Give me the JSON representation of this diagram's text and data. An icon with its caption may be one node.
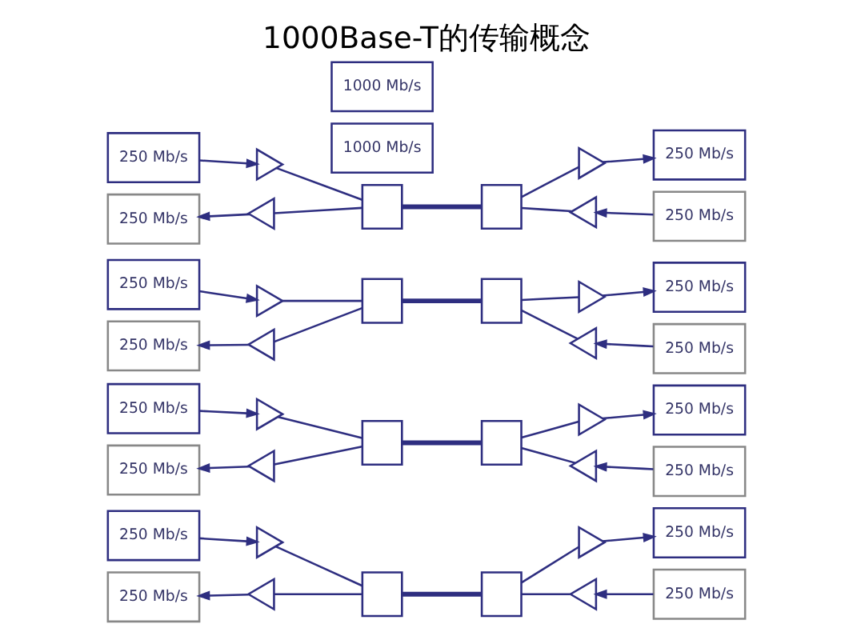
{
  "diagram": {
    "title": "1000Base-T的传输概念",
    "nodes": [
      {
        "text": [
          "250 Mb/s"
        ]
      },
      {
        "text": [
          "250 Mb/s"
        ]
      },
      {
        "text": [],
        "shape": "triangle"
      },
      {
        "text": [],
        "shape": "triangle"
      },
      {
        "text": [],
        "shape": "box"
      },
      {
        "text": [],
        "shape": "box"
      },
      {
        "text": [],
        "shape": "triangle"
      },
      {
        "text": [],
        "shape": "triangle"
      },
      {
        "text": [
          "250 Mb/s"
        ]
      },
      {
        "text": [
          "250 Mb/s"
        ]
      },
      {
        "text": [
          "250 Mb/s"
        ]
      },
      {
        "text": [
          "250 Mb/s"
        ]
      },
      {
        "text": [],
        "shape": "triangle"
      },
      {
        "text": [],
        "shape": "triangle"
      },
      {
        "text": [],
        "shape": "box"
      },
      {
        "text": [],
        "shape": "box"
      },
      {
        "text": [],
        "shape": "triangle"
      },
      {
        "text": [],
        "shape": "triangle"
      },
      {
        "text": [
          "250 Mb/s"
        ]
      },
      {
        "text": [
          "250 Mb/s"
        ]
      },
      {
        "text": [
          "250 Mb/s"
        ]
      },
      {
        "text": [
          "250 Mb/s"
        ]
      },
      {
        "text": [],
        "shape": "triangle"
      },
      {
        "text": [],
        "shape": "triangle"
      },
      {
        "text": [],
        "shape": "box"
      },
      {
        "text": [],
        "shape": "box"
      },
      {
        "text": [],
        "shape": "triangle"
      },
      {
        "text": [],
        "shape": "triangle"
      },
      {
        "text": [
          "250 Mb/s"
        ]
      },
      {
        "text": [
          "250 Mb/s"
        ]
      },
      {
        "text": [
          "250 Mb/s"
        ]
      },
      {
        "text": [
          "250 Mb/s"
        ]
      },
      {
        "text": [],
        "shape": "triangle"
      },
      {
        "text": [],
        "shape": "triangle"
      },
      {
        "text": [],
        "shape": "box"
      },
      {
        "text": [],
        "shape": "box"
      },
      {
        "text": [],
        "shape": "triangle"
      },
      {
        "text": [],
        "shape": "triangle"
      },
      {
        "text": [
          "250 Mb/s"
        ]
      },
      {
        "text": [
          "250 Mb/s"
        ]
      },
      {
        "text": [
          "1000 Mb/s"
        ]
      },
      {
        "text": [
          "1000 Mb/s"
        ]
      }
    ],
    "edges": [
      {
        "from": 0,
        "to": 2,
        "arrow": "to"
      },
      {
        "from": 2,
        "to": 4,
        "arrow": "none"
      },
      {
        "from": 4,
        "to": 3,
        "arrow": "none"
      },
      {
        "from": 3,
        "to": 1,
        "arrow": "to"
      },
      {
        "from": 4,
        "to": 5,
        "arrow": "none",
        "style": "thick"
      },
      {
        "from": 5,
        "to": 6,
        "arrow": "none"
      },
      {
        "from": 6,
        "to": 8,
        "arrow": "to"
      },
      {
        "from": 9,
        "to": 7,
        "arrow": "to"
      },
      {
        "from": 7,
        "to": 5,
        "arrow": "none"
      },
      {
        "from": 10,
        "to": 12,
        "arrow": "to"
      },
      {
        "from": 12,
        "to": 14,
        "arrow": "none"
      },
      {
        "from": 14,
        "to": 13,
        "arrow": "none"
      },
      {
        "from": 13,
        "to": 11,
        "arrow": "to"
      },
      {
        "from": 14,
        "to": 15,
        "arrow": "none",
        "style": "thick"
      },
      {
        "from": 15,
        "to": 16,
        "arrow": "none"
      },
      {
        "from": 16,
        "to": 18,
        "arrow": "to"
      },
      {
        "from": 19,
        "to": 17,
        "arrow": "to"
      },
      {
        "from": 17,
        "to": 15,
        "arrow": "none"
      },
      {
        "from": 20,
        "to": 22,
        "arrow": "to"
      },
      {
        "from": 22,
        "to": 24,
        "arrow": "none"
      },
      {
        "from": 24,
        "to": 23,
        "arrow": "none"
      },
      {
        "from": 23,
        "to": 21,
        "arrow": "to"
      },
      {
        "from": 24,
        "to": 25,
        "arrow": "none",
        "style": "thick"
      },
      {
        "from": 25,
        "to": 26,
        "arrow": "none"
      },
      {
        "from": 26,
        "to": 28,
        "arrow": "to"
      },
      {
        "from": 29,
        "to": 27,
        "arrow": "to"
      },
      {
        "from": 27,
        "to": 25,
        "arrow": "none"
      },
      {
        "from": 30,
        "to": 32,
        "arrow": "to"
      },
      {
        "from": 32,
        "to": 34,
        "arrow": "none"
      },
      {
        "from": 34,
        "to": 33,
        "arrow": "none"
      },
      {
        "from": 33,
        "to": 31,
        "arrow": "to"
      },
      {
        "from": 34,
        "to": 35,
        "arrow": "none",
        "style": "thick"
      },
      {
        "from": 35,
        "to": 36,
        "arrow": "none"
      },
      {
        "from": 36,
        "to": 38,
        "arrow": "to"
      },
      {
        "from": 39,
        "to": 37,
        "arrow": "to"
      },
      {
        "from": 37,
        "to": 35,
        "arrow": "none"
      }
    ]
  }
}
